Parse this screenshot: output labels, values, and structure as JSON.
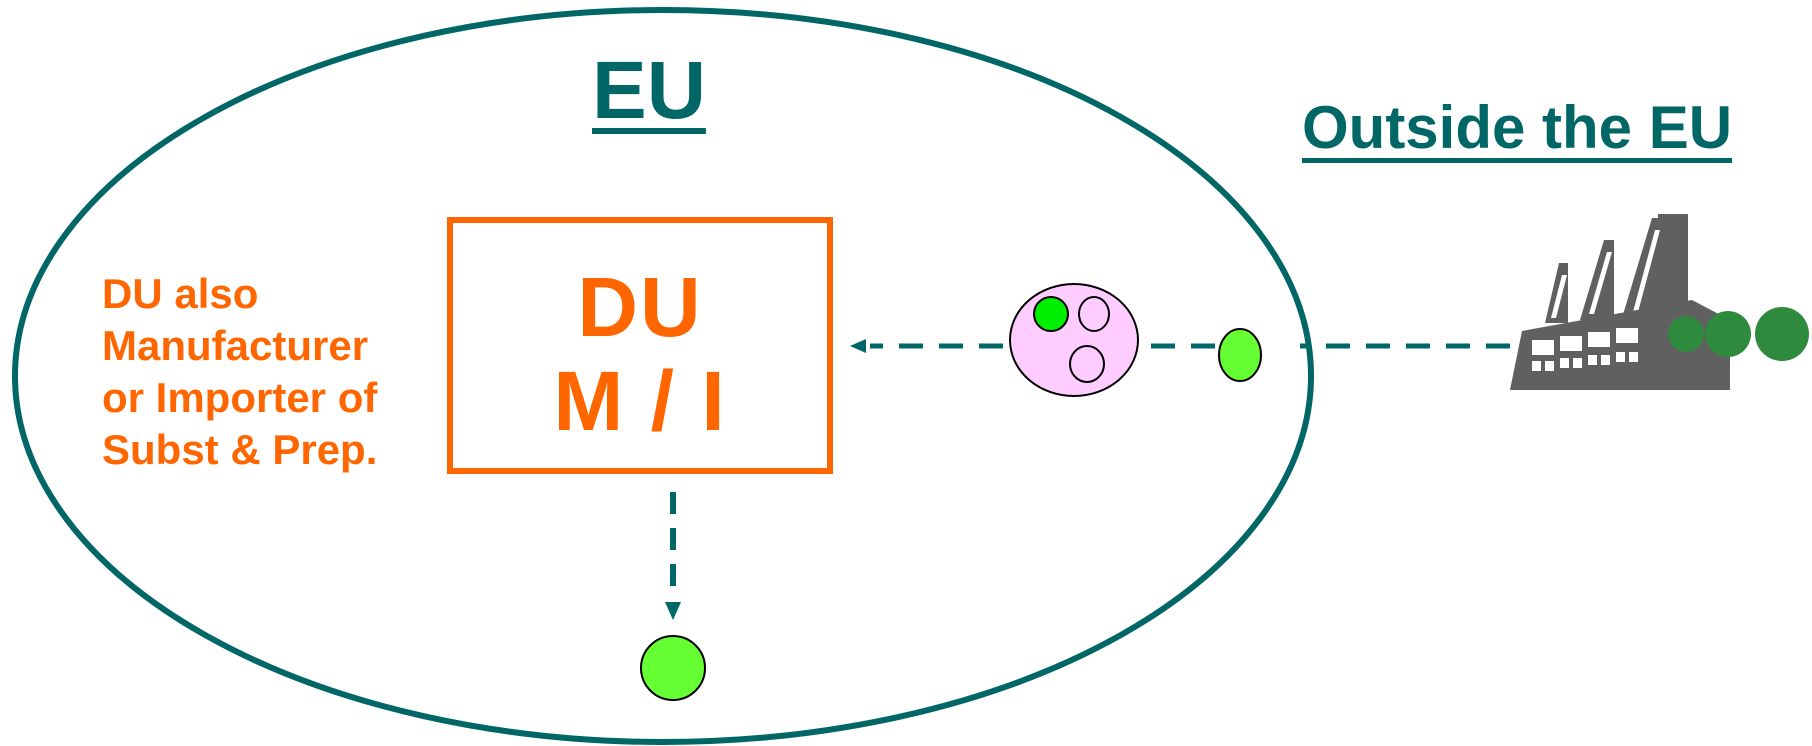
{
  "eu_label": "EU",
  "outside_label": "Outside the EU",
  "du_note": [
    "DU also",
    "Manufacturer",
    "or  Importer of",
    "Subst & Prep."
  ],
  "du_box": {
    "line1": "DU",
    "line2": "M / I"
  },
  "colors": {
    "teal": "#006666",
    "orange": "#ff6600",
    "light_green": "#66ff33",
    "bright_green": "#00ee00",
    "dark_green": "#2e8b3e",
    "mixture_pink": "#ffccff",
    "factory_grey": "#606060"
  },
  "icons": [
    "factory-icon",
    "substance-dot-icon",
    "mixture-icon",
    "arrow-icon"
  ]
}
